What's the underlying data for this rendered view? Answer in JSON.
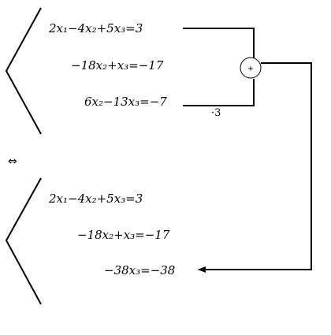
{
  "system_top": {
    "eq1": "2x₁−4x₂+5x₃=3",
    "eq2": "−18x₂+x₃=−17",
    "eq3": "6x₂−13x₃=−7"
  },
  "system_bottom": {
    "eq1": "2x₁−4x₂+5x₃=3",
    "eq2": "−18x₂+x₃=−17",
    "eq3": "−38x₃=−38"
  },
  "multiplier_label": "·3",
  "plus_symbol": "+",
  "equivalence_symbol": "⇔"
}
